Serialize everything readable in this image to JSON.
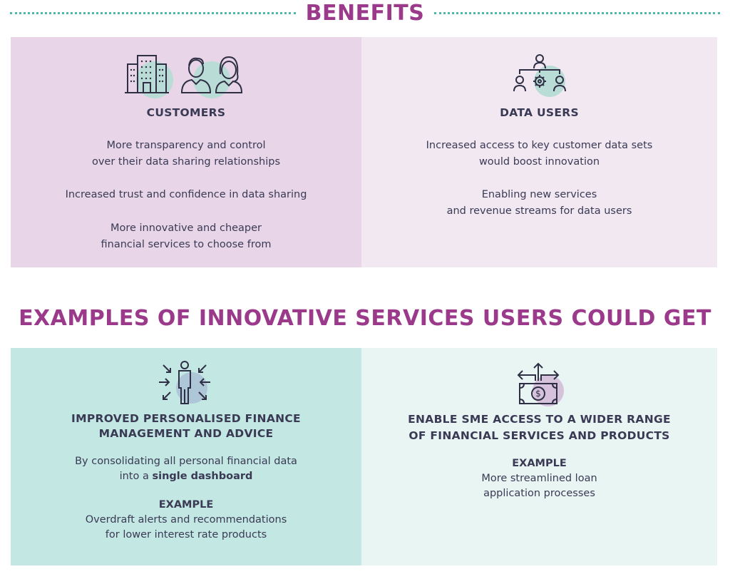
{
  "benefits": {
    "title": "BENEFITS",
    "customers": {
      "heading": "CUSTOMERS",
      "icon": "building-and-people-icon",
      "points": [
        [
          "More transparency and control",
          "over their data sharing relationships"
        ],
        [
          "Increased trust and confidence in data sharing"
        ],
        [
          "More innovative and cheaper",
          "financial services to choose from"
        ]
      ]
    },
    "data_users": {
      "heading": "DATA USERS",
      "icon": "network-gear-people-icon",
      "points": [
        [
          "Increased access to key customer data sets",
          "would boost innovation"
        ],
        [
          "Enabling new services",
          "and revenue streams for data users"
        ]
      ]
    }
  },
  "examples": {
    "title": "EXAMPLES OF INNOVATIVE SERVICES USERS COULD GET",
    "pfm": {
      "heading_lines": [
        "IMPROVED PERSONALISED FINANCE",
        "MANAGEMENT AND ADVICE"
      ],
      "icon": "person-with-arrows-icon",
      "desc_line1": "By consolidating all personal financial data",
      "desc_line2_prefix": "into a ",
      "desc_line2_bold": "single dashboard",
      "example_label": "EXAMPLE",
      "example_lines": [
        "Overdraft alerts and recommendations",
        "for lower interest rate products"
      ]
    },
    "sme": {
      "heading_lines": [
        "ENABLE SME ACCESS TO A WIDER RANGE",
        "OF FINANCIAL SERVICES AND PRODUCTS"
      ],
      "icon": "money-with-arrows-icon",
      "example_label": "EXAMPLE",
      "example_lines": [
        "More streamlined loan",
        "application processes"
      ]
    }
  },
  "colors": {
    "title": "#9b3a8a",
    "dots": "#4fb8a8",
    "customers_bg": "#e8d6e8",
    "data_users_bg": "#f2e8f2",
    "pfm_bg": "#c3e7e2",
    "sme_bg": "#e8f5f3"
  }
}
